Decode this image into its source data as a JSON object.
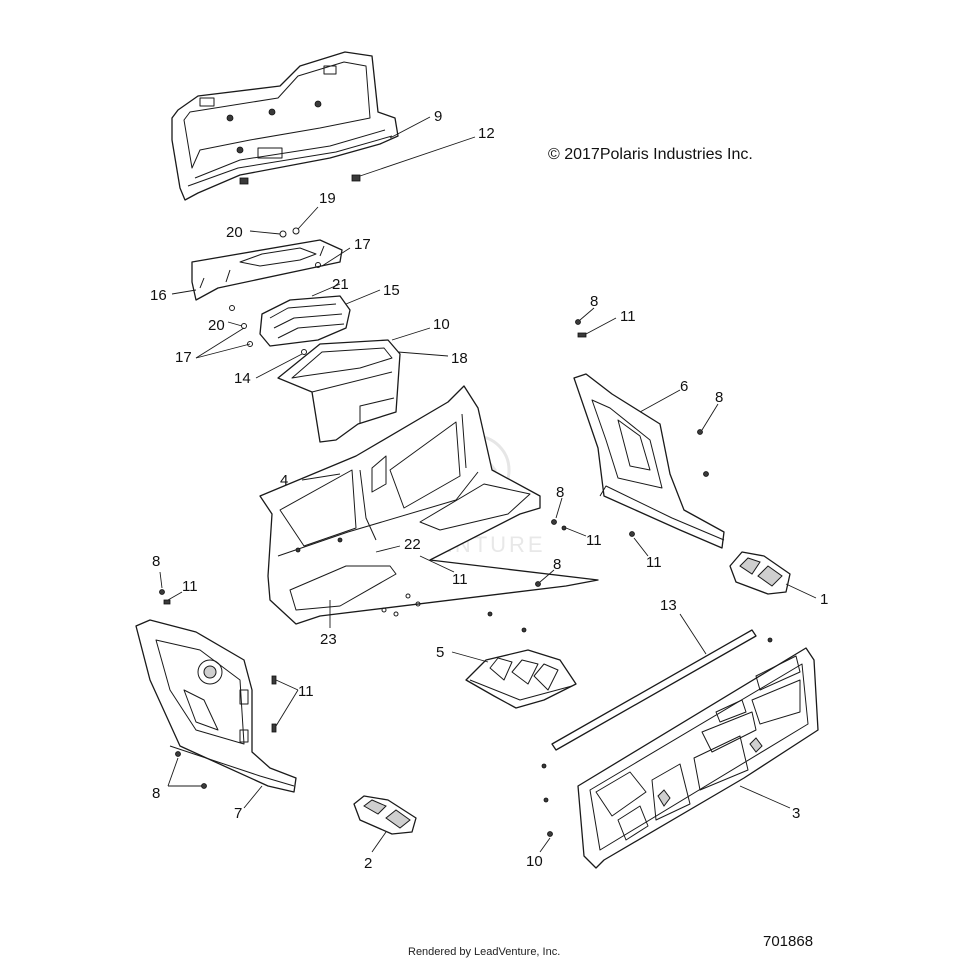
{
  "copyright": "© 2017Polaris Industries Inc.",
  "document_number": "701868",
  "rendered_by": "Rendered by LeadVenture, Inc.",
  "watermark": "LEADVENTURE",
  "callouts": [
    {
      "id": "c9",
      "label": "9"
    },
    {
      "id": "c12",
      "label": "12"
    },
    {
      "id": "c19",
      "label": "19"
    },
    {
      "id": "c20a",
      "label": "20"
    },
    {
      "id": "c17a",
      "label": "17"
    },
    {
      "id": "c16",
      "label": "16"
    },
    {
      "id": "c21",
      "label": "21"
    },
    {
      "id": "c15",
      "label": "15"
    },
    {
      "id": "c20b",
      "label": "20"
    },
    {
      "id": "c10a",
      "label": "10"
    },
    {
      "id": "c17b",
      "label": "17"
    },
    {
      "id": "c18",
      "label": "18"
    },
    {
      "id": "c14",
      "label": "14"
    },
    {
      "id": "c8a",
      "label": "8"
    },
    {
      "id": "c11a",
      "label": "11"
    },
    {
      "id": "c6",
      "label": "6"
    },
    {
      "id": "c8b",
      "label": "8"
    },
    {
      "id": "c4",
      "label": "4"
    },
    {
      "id": "c8c",
      "label": "8"
    },
    {
      "id": "c11b",
      "label": "11"
    },
    {
      "id": "c22",
      "label": "22"
    },
    {
      "id": "c11c",
      "label": "11"
    },
    {
      "id": "c11d",
      "label": "11"
    },
    {
      "id": "c8d",
      "label": "8"
    },
    {
      "id": "c1",
      "label": "1"
    },
    {
      "id": "c8e",
      "label": "8"
    },
    {
      "id": "c11e",
      "label": "11"
    },
    {
      "id": "c23",
      "label": "23"
    },
    {
      "id": "c13",
      "label": "13"
    },
    {
      "id": "c5",
      "label": "5"
    },
    {
      "id": "c11f",
      "label": "11"
    },
    {
      "id": "c8f",
      "label": "8"
    },
    {
      "id": "c7",
      "label": "7"
    },
    {
      "id": "c3",
      "label": "3"
    },
    {
      "id": "c2",
      "label": "2"
    },
    {
      "id": "c10b",
      "label": "10"
    }
  ]
}
